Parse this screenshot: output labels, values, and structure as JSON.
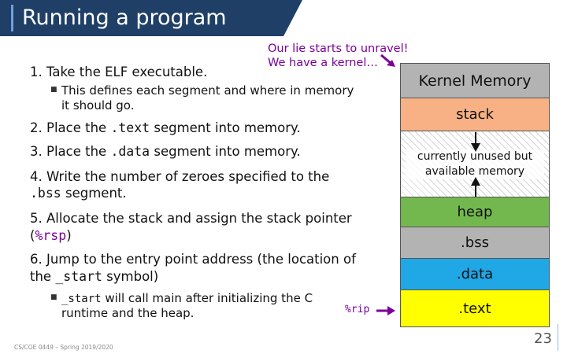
{
  "slide": {
    "title": "Running a program",
    "footer": "CS/COE 0449 – Spring 2019/2020",
    "page_number": "23"
  },
  "callout": {
    "line1": "Our lie starts to unravel!",
    "line2": "We have a kernel…"
  },
  "steps": {
    "s1": "1. Take the ELF executable.",
    "s1_sub_a": "This defines each segment and where in memory",
    "s1_sub_b": "it should go.",
    "s2_pre": "2. Place the ",
    "s2_code": ".text",
    "s2_post": " segment into memory.",
    "s3_pre": "3. Place the ",
    "s3_code": ".data",
    "s3_post": " segment into memory.",
    "s4_a": "4. Write the number of zeroes specified to the",
    "s4_code": ".bss",
    "s4_post": " segment.",
    "s5_a": "5. Allocate the stack and assign the stack pointer",
    "s5_open": "(",
    "s5_code": "%rsp",
    "s5_close": ")",
    "s6_a": "6. Jump to the entry point address (the location of",
    "s6_b_pre": "the ",
    "s6_code": "_start",
    "s6_b_post": " symbol)",
    "s6_sub_code": "_start",
    "s6_sub_a": " will call main after initializing the C",
    "s6_sub_b": "runtime and the heap."
  },
  "memory": {
    "kernel": "Kernel Memory",
    "stack": "stack",
    "unused": "currently unused but available memory",
    "heap": "heap",
    "bss": ".bss",
    "data": ".data",
    "text": ".text"
  },
  "rip_label": "%rip",
  "colors": {
    "title_bar": "#1f3f66",
    "kernel": "#b3b3b3",
    "stack": "#f7b184",
    "heap": "#73b84f",
    "bss": "#b3b3b3",
    "data": "#1fa7e6",
    "text": "#ffff00",
    "accent_purple": "#7a0099"
  }
}
